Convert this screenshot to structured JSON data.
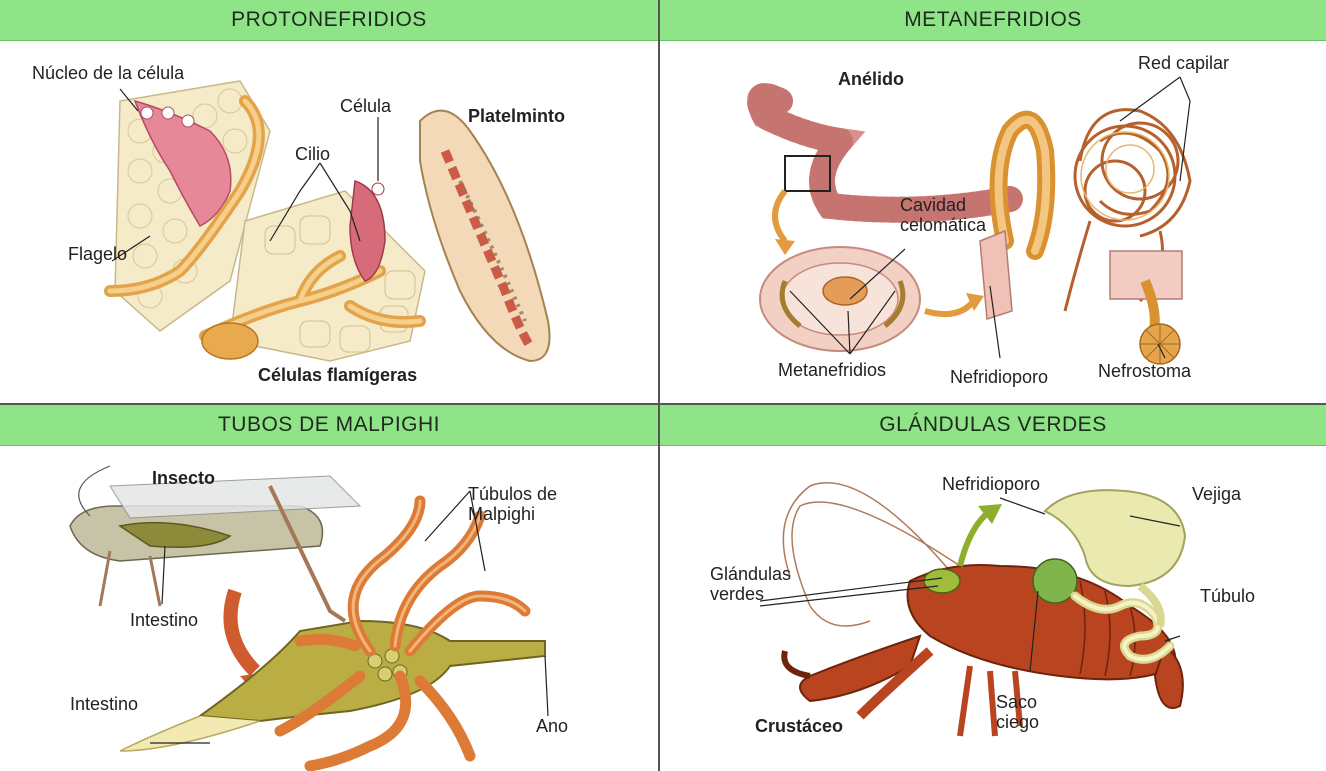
{
  "panels": {
    "protonefridios": {
      "title": "PROTONEFRIDIOS",
      "labels": {
        "nucleo": "Núcleo de la célula",
        "celula": "Célula",
        "platelminto": "Platelminto",
        "cilio": "Cilio",
        "flagelo": "Flagelo",
        "celulas_flamigeras": "Células flamígeras"
      }
    },
    "metanefridios": {
      "title": "METANEFRIDIOS",
      "labels": {
        "red_capilar": "Red capilar",
        "anelido": "Anélido",
        "cavidad": "Cavidad\ncelomática",
        "metanefridios": "Metanefridios",
        "nefridioporo": "Nefridioporo",
        "nefrostoma": "Nefrostoma"
      }
    },
    "malpighi": {
      "title": "TUBOS DE MALPIGHI",
      "labels": {
        "insecto": "Insecto",
        "tubulos": "Túbulos de\nMalpighi",
        "intestino_1": "Intestino",
        "intestino_2": "Intestino",
        "ano": "Ano"
      }
    },
    "glandulas": {
      "title": "GLÁNDULAS VERDES",
      "labels": {
        "nefridioporo": "Nefridioporo",
        "vejiga": "Vejiga",
        "glandulas_verdes": "Glándulas\nverdes",
        "tubulo": "Túbulo",
        "saco_ciego": "Saco\nciego",
        "crustaceo": "Crustáceo"
      }
    }
  }
}
